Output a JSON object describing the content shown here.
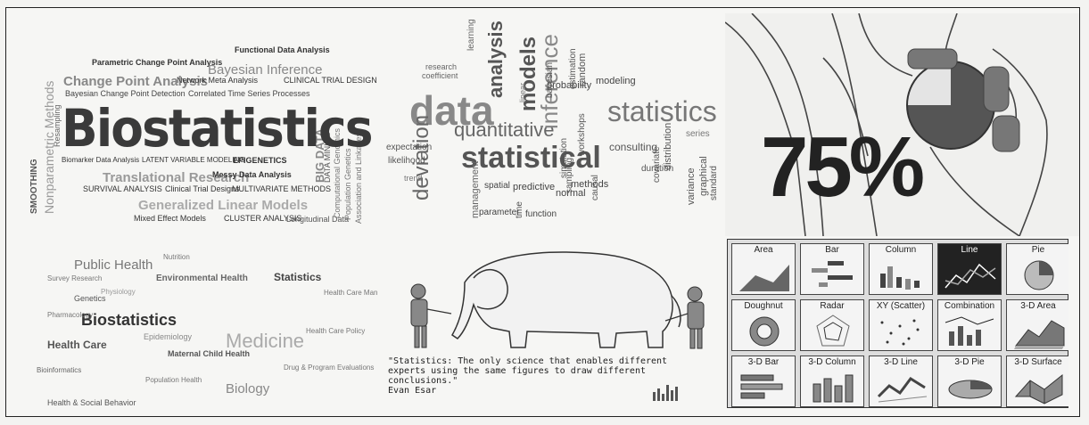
{
  "bio_cloud": {
    "main": "Biostatistics",
    "words": [
      "Parametric Change Point Analysis",
      "Functional Data Analysis",
      "Bayesian Inference",
      "Change Point Analysis",
      "Network Meta Analysis",
      "CLINICAL TRIAL DESIGN",
      "Bayesian Change Point Detection",
      "Correlated Time Series Processes",
      "Biomarker Data Analysis",
      "LATENT VARIABLE MODELING",
      "EPIGENETICS",
      "Translational Research",
      "Messy Data Analysis",
      "SURVIVAL ANALYSIS",
      "Clinical Trial Designs",
      "MULTIVARIATE METHODS",
      "Generalized Linear Models",
      "Mixed Effect Models",
      "CLUSTER ANALYSIS",
      "Longitudinal Data",
      "SMOOTHING",
      "Nonparametric Methods",
      "Resampling",
      "Computational Genomics",
      "Population Genetics",
      "Association and Linkages",
      "DATA MINING",
      "BIG DATA"
    ]
  },
  "stats_cloud": {
    "words": [
      "data",
      "analysis",
      "models",
      "statistics",
      "quantitative",
      "statistical",
      "deviation",
      "inference",
      "probability",
      "modeling",
      "research",
      "coefficient",
      "learning",
      "random",
      "estimation",
      "bayesian",
      "linear",
      "expectation",
      "likelihood",
      "spatial",
      "predictive",
      "methods",
      "normal",
      "parameter",
      "function",
      "management",
      "consulting",
      "workshops",
      "causal",
      "covariate",
      "distribution",
      "variance",
      "graphical",
      "standard",
      "duration",
      "series",
      "trend",
      "sampling",
      "simulation",
      "time"
    ]
  },
  "doctor": {
    "percent": "75%"
  },
  "health_cloud": {
    "words": [
      "Public Health",
      "Environmental Health",
      "Statistics",
      "Genetics",
      "Biostatistics",
      "Health Care",
      "Medicine",
      "Biology",
      "Health & Social Behavior",
      "Maternal Child Health",
      "Epidemiology",
      "Health Care Management",
      "Health Care Policy",
      "Physiology",
      "Bioinformatics",
      "Drug & Program Evaluations",
      "Population Health",
      "Nutrition",
      "Pharmacology",
      "Survey Research"
    ]
  },
  "elephant": {
    "quote": "\"Statistics: The only science that enables different experts using the same figures to draw different conclusions.\"",
    "author": "Evan Esar"
  },
  "chart_types": {
    "selected": "Line",
    "items": [
      "Area",
      "Bar",
      "Column",
      "Line",
      "Pie",
      "Doughnut",
      "Radar",
      "XY (Scatter)",
      "Combination",
      "3-D Area",
      "3-D Bar",
      "3-D Column",
      "3-D Line",
      "3-D Pie",
      "3-D Surface"
    ]
  },
  "colors": {
    "ink": "#333333",
    "paper": "#f6f6f4",
    "selected": "#222222"
  }
}
